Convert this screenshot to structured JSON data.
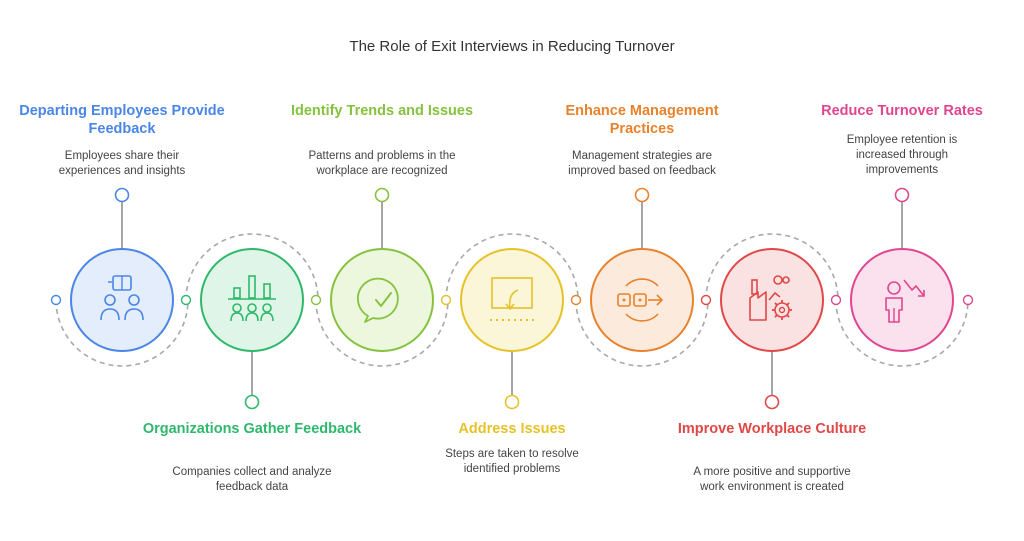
{
  "title": "The Role of Exit Interviews in Reducing Turnover",
  "steps": [
    {
      "title": "Departing Employees Provide Feedback",
      "description": "Employees share their experiences and insights",
      "color": "#4a86e8",
      "fill": "#e3edfc",
      "icon": "feedback-people-icon"
    },
    {
      "title": "Organizations Gather Feedback",
      "description": "Companies collect and analyze feedback data",
      "color": "#2fb86b",
      "fill": "#def5e7",
      "icon": "group-chart-icon"
    },
    {
      "title": "Identify Trends and Issues",
      "description": "Patterns and problems in the workplace are recognized",
      "color": "#86c240",
      "fill": "#ecf7dd",
      "icon": "chat-check-icon"
    },
    {
      "title": "Address Issues",
      "description": "Steps are taken to resolve identified problems",
      "color": "#e6c229",
      "fill": "#fcf6d8",
      "icon": "resolve-board-icon"
    },
    {
      "title": "Enhance Management Practices",
      "description": "Management strategies are improved based on feedback",
      "color": "#e8822c",
      "fill": "#fcebdc",
      "icon": "strategy-cycle-icon"
    },
    {
      "title": "Improve Workplace Culture",
      "description": "A more positive and supportive work environment is created",
      "color": "#e04848",
      "fill": "#fbe2e2",
      "icon": "factory-gear-icon"
    },
    {
      "title": "Reduce Turnover Rates",
      "description": "Employee retention is increased through improvements",
      "color": "#e0468f",
      "fill": "#fbe1ee",
      "icon": "person-decline-icon"
    }
  ]
}
